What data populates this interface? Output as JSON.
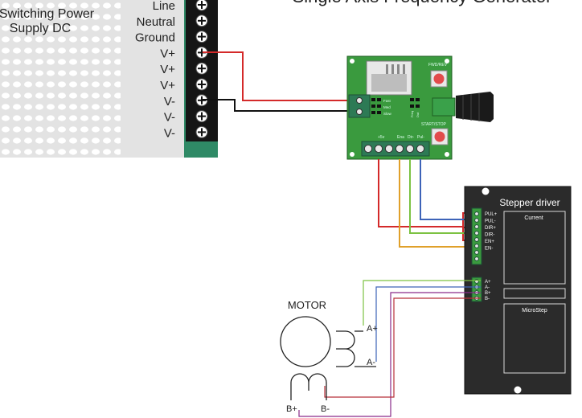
{
  "title": "Single Axis Frequency Generator",
  "psu": {
    "name_line1": "Switching Power",
    "name_line2": "Supply DC",
    "terminals": [
      "Line",
      "Neutral",
      "Ground",
      "V+",
      "V+",
      "V+",
      "V-",
      "V-",
      "V-"
    ]
  },
  "generator": {
    "fwd_rev": "FWD/REV",
    "start_stop": "START/STOP",
    "speed_modes": [
      "Fast",
      "Med",
      "Slow"
    ],
    "pin_labels": [
      "+5v",
      "Ena",
      "Dir-",
      "Pul-"
    ],
    "switch_labels": [
      "Freq",
      "Dut"
    ]
  },
  "driver": {
    "title": "Stepper driver",
    "signal_pins": [
      "PUL+",
      "PUL-",
      "DIR+",
      "DIR-",
      "EN+",
      "EN-"
    ],
    "motor_pins": [
      "A+",
      "A-",
      "B+",
      "B-"
    ],
    "current_label": "Current",
    "microstep_label": "MicroStep"
  },
  "motor": {
    "label": "MOTOR",
    "a_plus": "A+",
    "a_minus": "A-",
    "b_plus": "B+",
    "b_minus": "B-"
  },
  "colors": {
    "red": "#d42a2a",
    "black": "#111111",
    "orange": "#e0a02a",
    "green": "#7cc242",
    "blue": "#3d63b8",
    "board": "#3a9a3e",
    "terminal": "#2f8a66"
  }
}
